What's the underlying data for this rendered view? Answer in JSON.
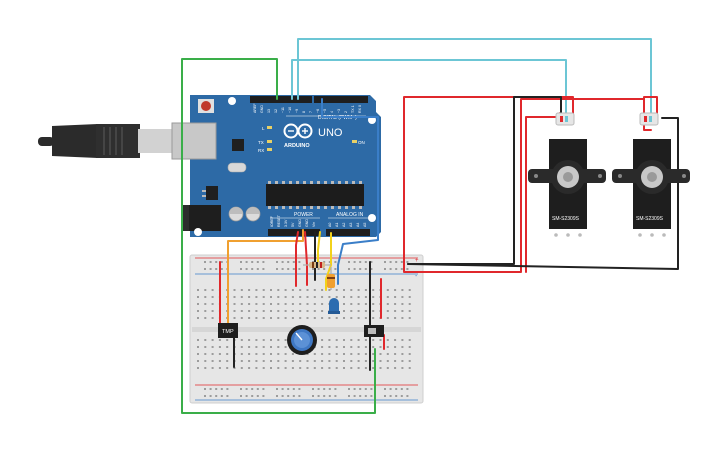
{
  "board": {
    "model": "UNO",
    "brand": "ARDUINO",
    "digital_label": "DIGITAL (PWM~)",
    "analog_label": "ANALOG IN",
    "power_label": "POWER",
    "top_pins": [
      "AREF",
      "GND",
      "13",
      "12",
      "~11",
      "~10",
      "~9",
      "8",
      "7",
      "~6",
      "~5",
      "4",
      "~3",
      "2",
      "TX 1",
      "RX 0"
    ],
    "power_pins": [
      "IOREF",
      "RESET",
      "3.3V",
      "5V",
      "GND",
      "GND",
      "Vin"
    ],
    "analog_pins": [
      "A0",
      "A1",
      "A2",
      "A3",
      "A4",
      "A5"
    ],
    "led_labels": [
      "L",
      "TX",
      "RX"
    ],
    "on_label": "ON"
  },
  "breadboard": {
    "rail_labels": [
      "+",
      "-"
    ]
  },
  "components": {
    "sensor_label": "TMP",
    "servo_1_label": "SM-S2309S",
    "servo_2_label": "SM-S2309S"
  },
  "colors": {
    "board": "#2d6aa6",
    "wire_red": "#e0282c",
    "wire_black": "#222222",
    "wire_green": "#3aae49",
    "wire_cyan": "#6cc6d5",
    "wire_orange": "#f0a030",
    "wire_yellow": "#f2d21b",
    "wire_blue": "#3a7ec8"
  }
}
